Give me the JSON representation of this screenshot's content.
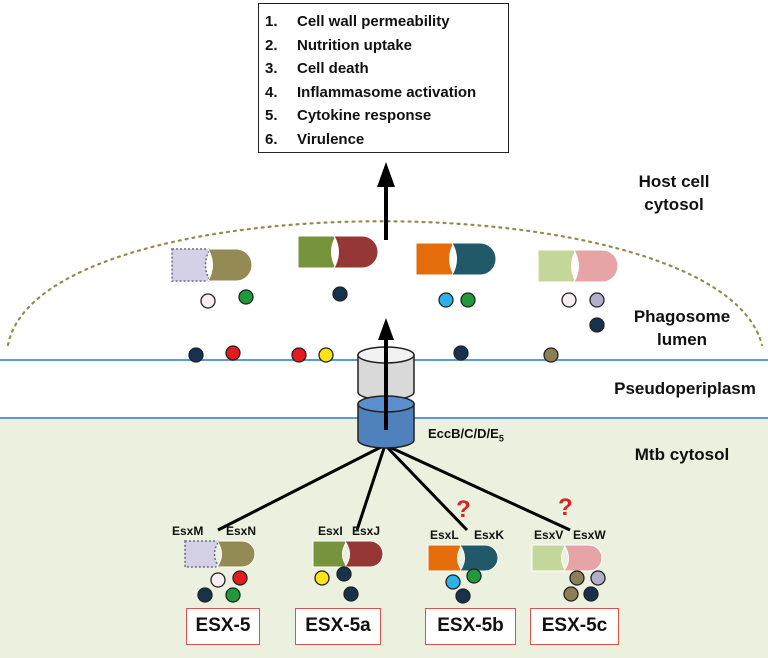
{
  "functions": [
    {
      "num": "1.",
      "text": "Cell wall permeability"
    },
    {
      "num": "2.",
      "text": "Nutrition uptake"
    },
    {
      "num": "3.",
      "text": "Cell death"
    },
    {
      "num": "4.",
      "text": "Inflammasome activation"
    },
    {
      "num": "5.",
      "text": "Cytokine response"
    },
    {
      "num": "6.",
      "text": "Virulence"
    }
  ],
  "regions": {
    "host_line1": "Host cell",
    "host_line2": "cytosol",
    "phago_line1": "Phagosome",
    "phago_line2": "lumen",
    "pseudoperiplasm": "Pseudoperiplasm",
    "mtb_cytosol": "Mtb cytosol"
  },
  "secretion_system": {
    "label": "EccB/C/D/E",
    "subscript": "5"
  },
  "systems": [
    {
      "name": "ESX-5",
      "left_protein": "EsxM",
      "right_protein": "EsxN",
      "uncertain": false,
      "left_color": "#d4d0e6",
      "right_color": "#948a54"
    },
    {
      "name": "ESX-5a",
      "left_protein": "EsxI",
      "right_protein": "EsxJ",
      "uncertain": false,
      "left_color": "#77933c",
      "right_color": "#953735"
    },
    {
      "name": "ESX-5b",
      "left_protein": "EsxL",
      "right_protein": "EsxK",
      "uncertain": true,
      "left_color": "#e46c0a",
      "right_color": "#215968"
    },
    {
      "name": "ESX-5c",
      "left_protein": "EsxV",
      "right_protein": "EsxW",
      "uncertain": true,
      "left_color": "#c4d79b",
      "right_color": "#e6a4a6"
    }
  ],
  "uncertainty_mark": "?",
  "colors": {
    "cytosol_fill": "#ebf1de",
    "membrane": "#5b9bd5",
    "pore_top": "#d9d9d9",
    "pore_bottom": "#4f81bd",
    "red_dot": "#e41a1c",
    "green_dot": "#1f9a3a",
    "yellow_dot": "#ffe319",
    "navy_dot": "#17324d",
    "white_dot": "#f7eef0",
    "blue_dot": "#2bb3e8",
    "lavender_dot": "#b2afcc",
    "khaki_dot": "#8c7f55",
    "box_border": "#d9534f",
    "qmark": "#e02020"
  }
}
